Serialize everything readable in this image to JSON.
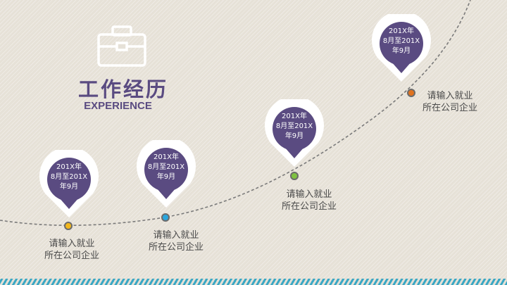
{
  "header": {
    "title": "工作经历",
    "subtitle": "EXPERIENCE"
  },
  "icons": {
    "header_icon": "briefcase-icon"
  },
  "colors": {
    "accent": "#5a4b81",
    "stripe": "#3aa7c4"
  },
  "timeline": [
    {
      "date_lines": [
        "201X年",
        "8月至201X",
        "年9月"
      ],
      "desc_lines": [
        "请输入就业",
        "所在公司企业"
      ],
      "dot_color": "#f2b71c"
    },
    {
      "date_lines": [
        "201X年",
        "8月至201X",
        "年9月"
      ],
      "desc_lines": [
        "请输入就业",
        "所在公司企业"
      ],
      "dot_color": "#2aa6dd"
    },
    {
      "date_lines": [
        "201X年",
        "8月至201X",
        "年9月"
      ],
      "desc_lines": [
        "请输入就业",
        "所在公司企业"
      ],
      "dot_color": "#7fc241"
    },
    {
      "date_lines": [
        "201X年",
        "8月至201X",
        "年9月"
      ],
      "desc_lines": [
        "请输入就业",
        "所在公司企业"
      ],
      "dot_color": "#e0731f"
    }
  ]
}
